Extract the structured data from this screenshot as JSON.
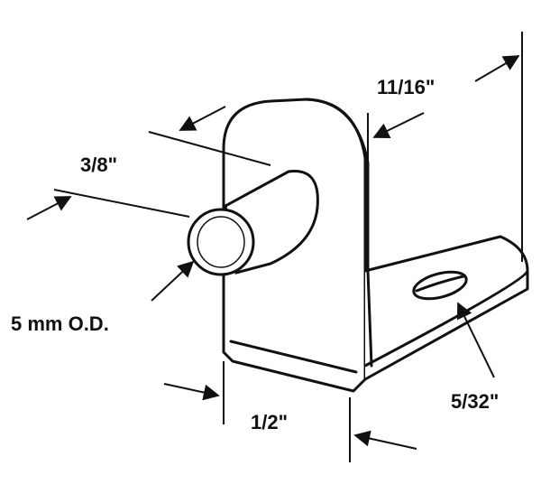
{
  "diagram": {
    "labels": {
      "pin_length": "3/8\"",
      "bracket_height": "11/16\"",
      "pin_diameter": "5 mm O.D.",
      "hole_diameter": "5/32\"",
      "bracket_width": "1/2\""
    },
    "colors": {
      "stroke": "#111111",
      "background": "#ffffff"
    }
  }
}
